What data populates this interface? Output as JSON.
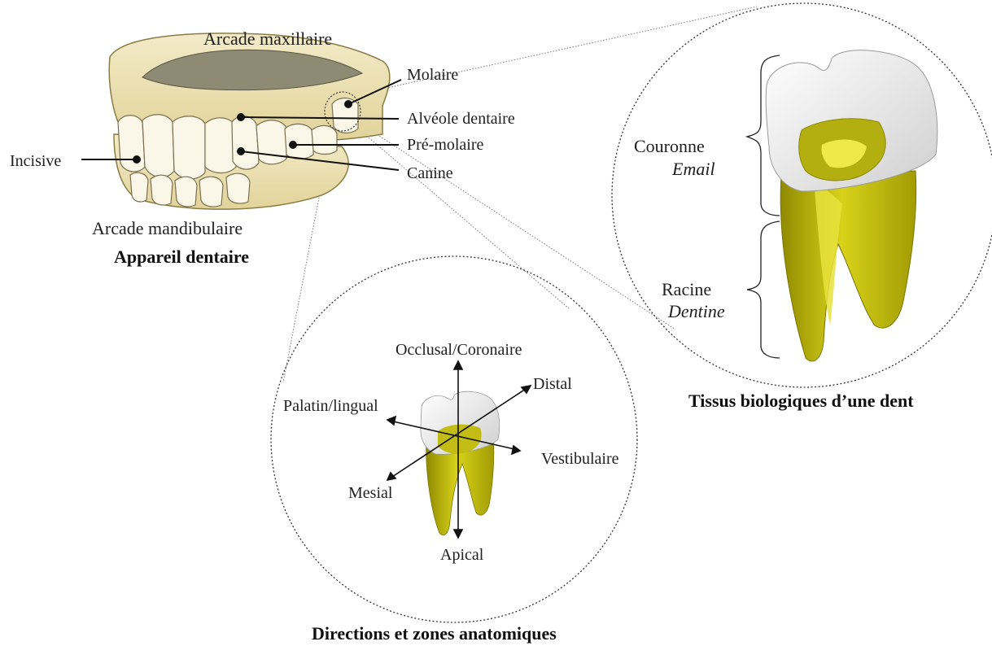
{
  "dental_arch": {
    "labels": {
      "upper_arch": "Arcade maxillaire",
      "lower_arch": "Arcade mandibulaire",
      "incisor": "Incisive",
      "molar": "Molaire",
      "socket": "Alvéole dentaire",
      "premolar": "Pré-molaire",
      "canine": "Canine"
    },
    "title": "Appareil dentaire"
  },
  "tooth_tissues": {
    "crown": "Couronne",
    "crown_tissue": "Email",
    "root": "Racine",
    "root_tissue": "Dentine",
    "title": "Tissus biologiques d’une dent"
  },
  "directions": {
    "occlusal": "Occlusal/Coronaire",
    "distal": "Distal",
    "palatal": "Palatin/lingual",
    "vestibular": "Vestibulaire",
    "mesial": "Mesial",
    "apical": "Apical",
    "title": "Directions et zones anatomiques"
  },
  "colors": {
    "enamel": "#f2f2f2",
    "dentin": "#c8c40a",
    "pulp": "#e6e13a",
    "gum": "#efe3b4",
    "outline": "#444444"
  }
}
